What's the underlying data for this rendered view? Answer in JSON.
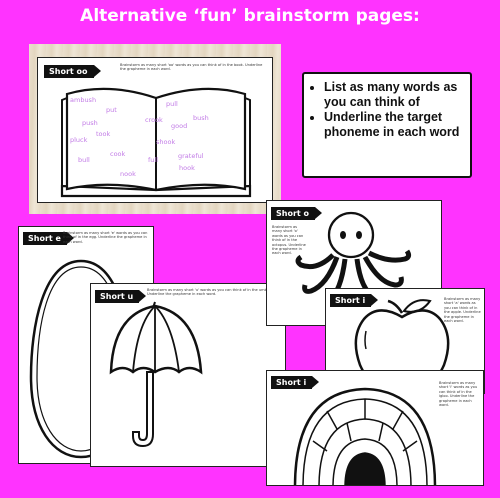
{
  "title": "Alternative ‘fun’ brainstorm pages:",
  "pages": {
    "oo": {
      "tag": "Short oo",
      "instruction": "Brainstorm as many short 'oo' words as you can think of in the book. Underline the grapheme in each word.",
      "words": [
        "ambush",
        "put",
        "pull",
        "bush",
        "crook",
        "push",
        "took",
        "good",
        "pluck",
        "shook",
        "cook",
        "bull",
        "grateful",
        "full",
        "hook",
        "nook"
      ]
    },
    "e": {
      "tag": "Short e",
      "instruction": "Brainstorm as many short 'e' words as you can think of in the egg. Underline the grapheme in each word."
    },
    "u": {
      "tag": "Short u",
      "instruction": "Brainstorm as many short 'u' words as you can think of in the umbrella. Underline the grapheme in each word."
    },
    "o": {
      "tag": "Short o",
      "instruction": "Brainstorm as many short 'o' words as you can think of in the octopus. Underline the grapheme in each word."
    },
    "a": {
      "tag": "Short i",
      "instruction": "Brainstorm as many short 'a' words as you can think of in the apple. Underline the grapheme in each word."
    },
    "i": {
      "tag": "Short i",
      "instruction": "Brainstorm as many short 'i' words as you can think of in the igloo. Underline the grapheme in each word."
    }
  },
  "callout": {
    "bullets": [
      "List as many words as you can think of",
      "Underline the target phoneme in each word"
    ]
  }
}
